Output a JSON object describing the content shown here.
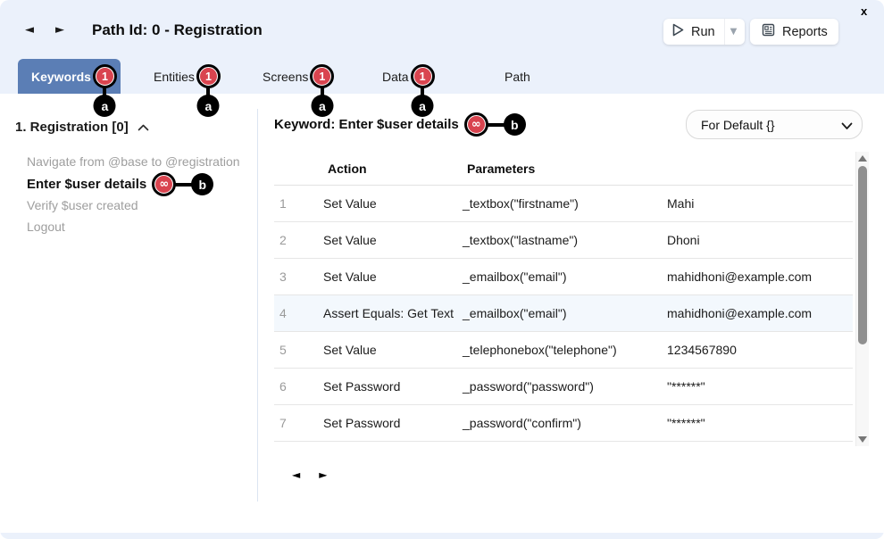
{
  "window": {
    "close_label": "x"
  },
  "header": {
    "title": "Path Id: 0 - Registration",
    "back_icon": "◄",
    "forward_icon": "►",
    "run_label": "Run",
    "run_caret_icon": "▼",
    "reports_label": "Reports"
  },
  "tabs": [
    {
      "label": "Keywords",
      "badge": "1",
      "active": true,
      "marker": "a"
    },
    {
      "label": "Entities",
      "badge": "1",
      "active": false,
      "marker": "a"
    },
    {
      "label": "Screens",
      "badge": "1",
      "active": false,
      "marker": "a"
    },
    {
      "label": "Data",
      "badge": "1",
      "active": false,
      "marker": "a"
    },
    {
      "label": "Path",
      "badge": null,
      "active": false,
      "marker": null
    }
  ],
  "sidebar": {
    "group_title": "1. Registration [0]",
    "items": [
      {
        "label": "Navigate from @base to @registration",
        "selected": false,
        "marker": null
      },
      {
        "label": "Enter $user details",
        "selected": true,
        "marker": "b",
        "marker_icon": "∞"
      },
      {
        "label": "Verify $user created",
        "selected": false,
        "marker": null
      },
      {
        "label": "Logout",
        "selected": false,
        "marker": null
      }
    ]
  },
  "main": {
    "keyword_title": "Keyword: Enter $user details",
    "keyword_marker": "b",
    "keyword_marker_icon": "∞",
    "context_select": {
      "value": "For Default {}"
    },
    "table": {
      "columns": [
        "Action",
        "Parameters"
      ],
      "rows": [
        {
          "num": "1",
          "action": "Set Value",
          "params": "_textbox(\"firstname\")",
          "value": "Mahi",
          "highlight": false
        },
        {
          "num": "2",
          "action": "Set Value",
          "params": "_textbox(\"lastname\")",
          "value": "Dhoni",
          "highlight": false
        },
        {
          "num": "3",
          "action": "Set Value",
          "params": "_emailbox(\"email\")",
          "value": "mahidhoni@example.com",
          "highlight": false
        },
        {
          "num": "4",
          "action": "Assert Equals: Get Text",
          "params": "_emailbox(\"email\")",
          "value": "mahidhoni@example.com",
          "highlight": true
        },
        {
          "num": "5",
          "action": "Set Value",
          "params": "_telephonebox(\"telephone\")",
          "value": "1234567890",
          "highlight": false
        },
        {
          "num": "6",
          "action": "Set Password",
          "params": "_password(\"password\")",
          "value": "\"******\"",
          "highlight": false
        },
        {
          "num": "7",
          "action": "Set Password",
          "params": "_password(\"confirm\")",
          "value": "\"******\"",
          "highlight": false
        }
      ]
    },
    "pagination": {
      "prev_icon": "◄",
      "next_icon": "►"
    }
  },
  "colors": {
    "window_bg": "#ebf1fb",
    "active_tab": "#5b7eb5",
    "badge_red": "#d9444f",
    "row_highlight": "#f3f8fd",
    "muted_text": "#9e9e9e"
  }
}
